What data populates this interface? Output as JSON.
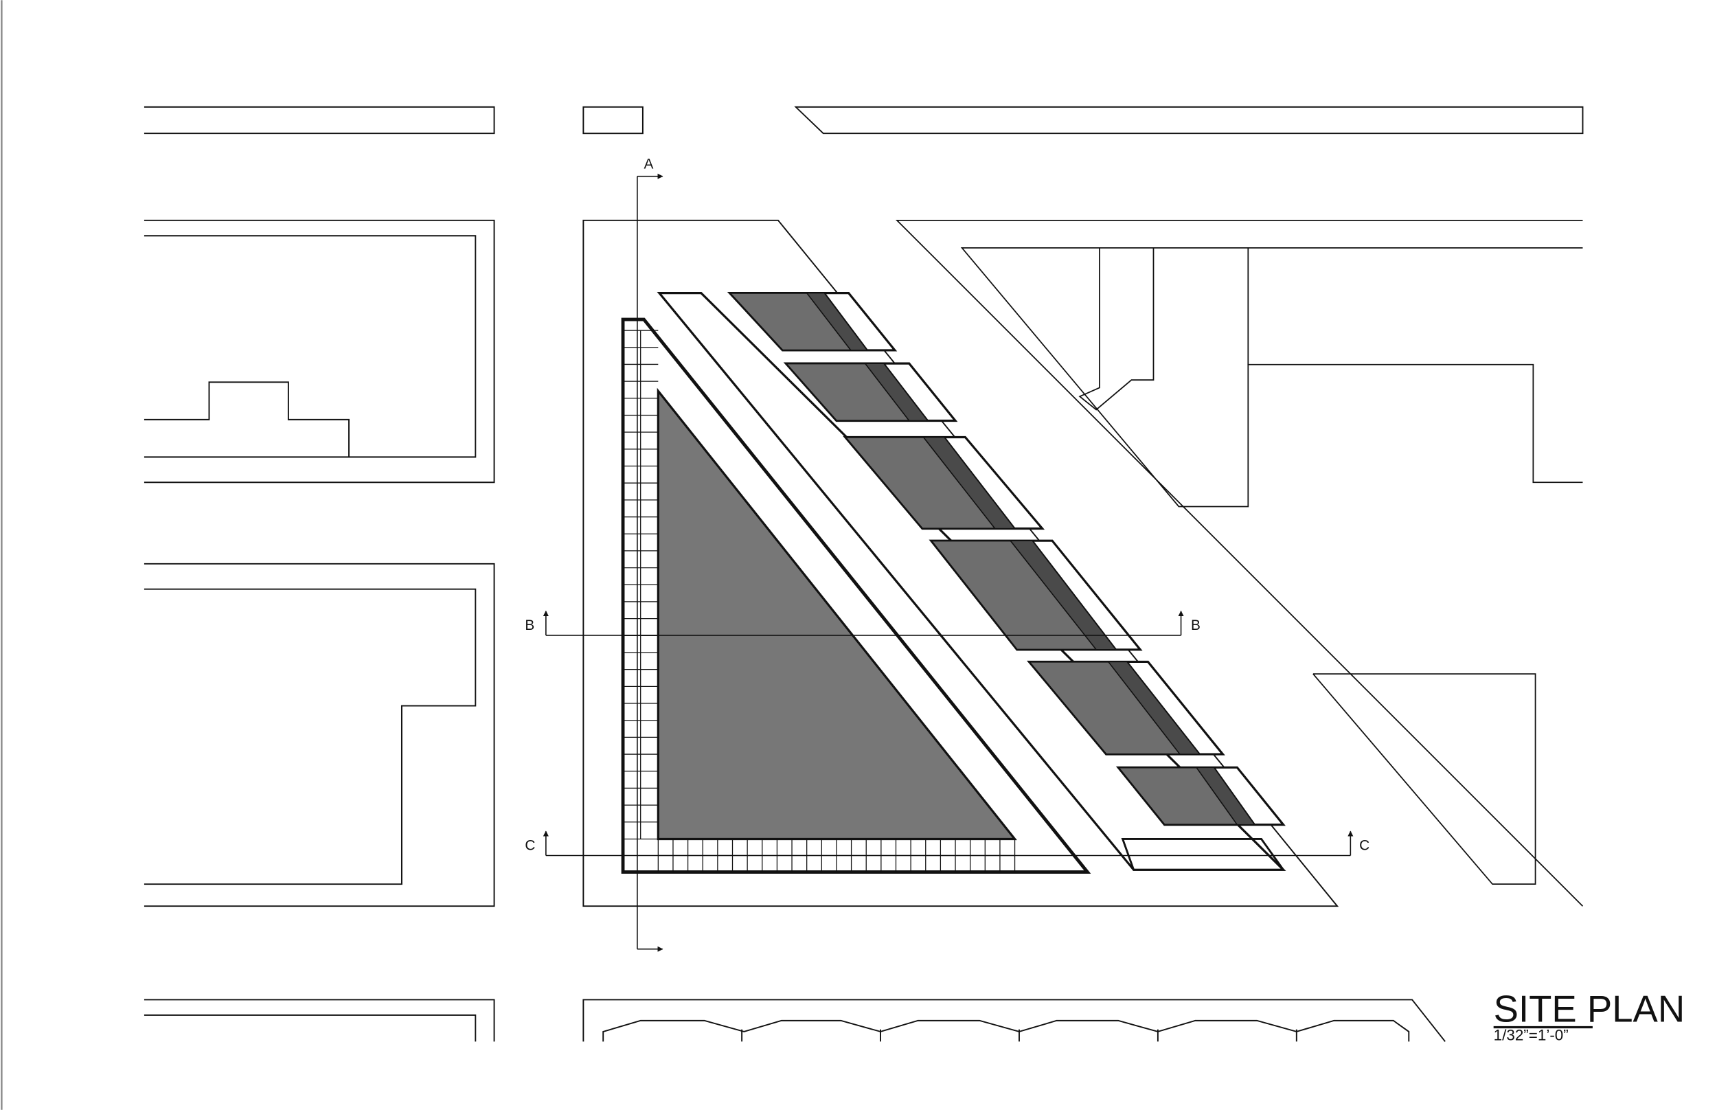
{
  "title_block": {
    "title": "SITE PLAN",
    "scale": "1/32”=1’-0”"
  },
  "section_marks": {
    "a_top": "A",
    "b_left": "B",
    "b_right": "B",
    "c_left": "C",
    "c_right": "C"
  },
  "colors": {
    "line": "#111111",
    "building_fill": "#777777",
    "panel_fill": "#6e6e6e",
    "background": "#ffffff"
  }
}
